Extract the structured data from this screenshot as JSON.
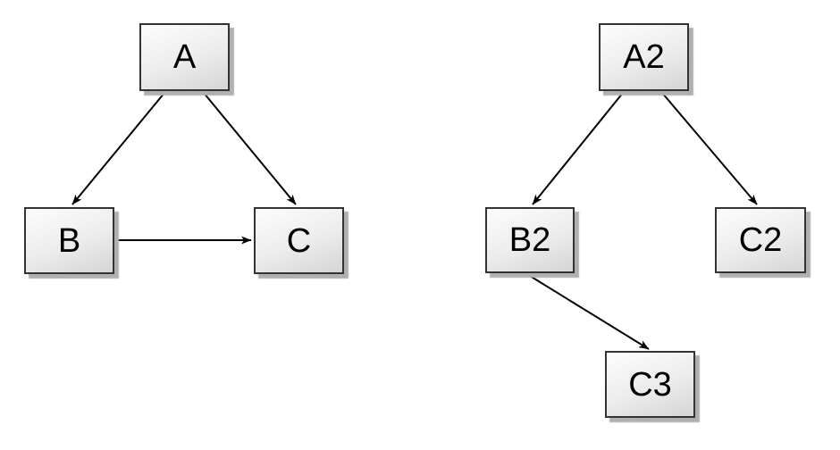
{
  "diagrams": [
    {
      "id": "left-graph",
      "nodes": [
        {
          "id": "A",
          "label": "A"
        },
        {
          "id": "B",
          "label": "B"
        },
        {
          "id": "C",
          "label": "C"
        }
      ],
      "edges": [
        {
          "from": "A",
          "to": "B"
        },
        {
          "from": "A",
          "to": "C"
        },
        {
          "from": "B",
          "to": "C"
        }
      ]
    },
    {
      "id": "right-graph",
      "nodes": [
        {
          "id": "A2",
          "label": "A2"
        },
        {
          "id": "B2",
          "label": "B2"
        },
        {
          "id": "C2",
          "label": "C2"
        },
        {
          "id": "C3",
          "label": "C3"
        }
      ],
      "edges": [
        {
          "from": "A2",
          "to": "B2"
        },
        {
          "from": "A2",
          "to": "C2"
        },
        {
          "from": "B2",
          "to": "C3"
        }
      ]
    }
  ],
  "colors": {
    "background": "#ffffff",
    "node_fill_top": "#fdfdfd",
    "node_fill_bottom": "#d5d5d5",
    "node_border": "#333333",
    "edge": "#000000",
    "shadow": "#b0b0b0"
  }
}
